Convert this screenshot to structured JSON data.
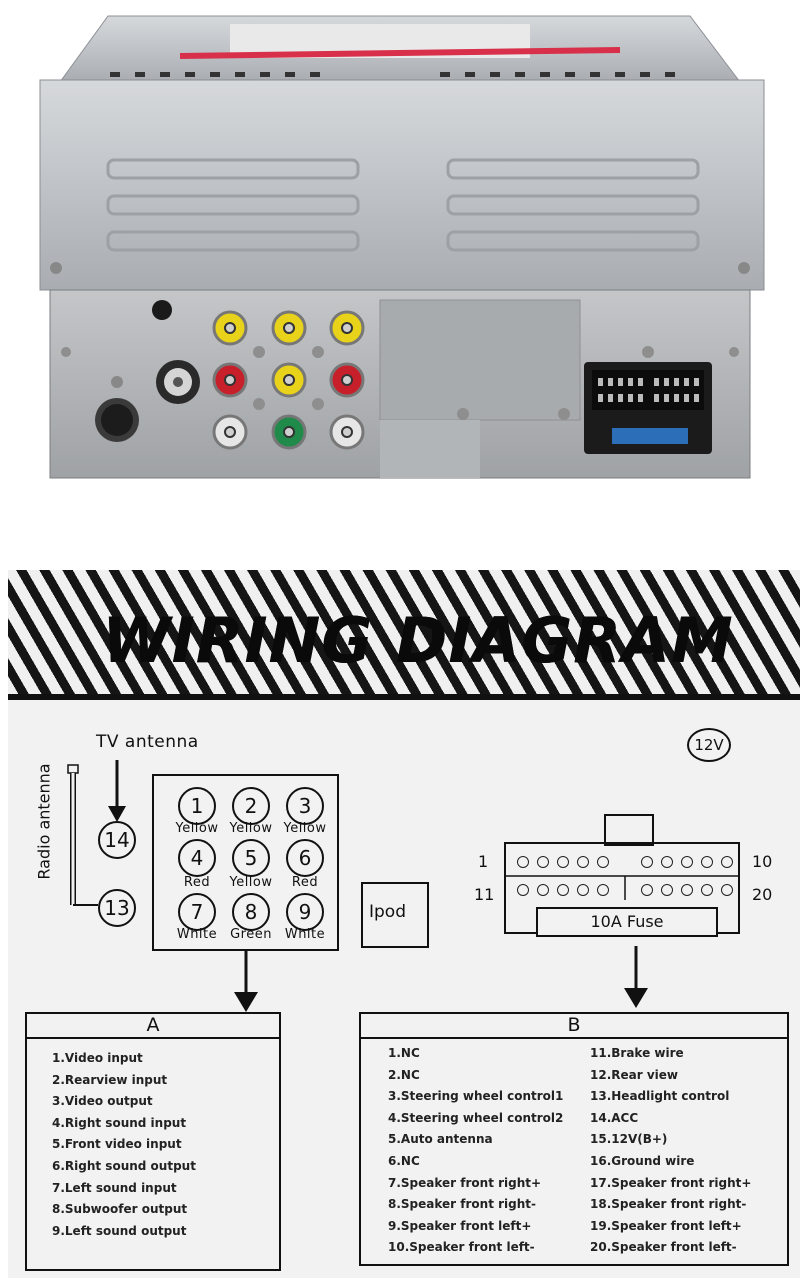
{
  "title": "WIRING DIAGRAM",
  "tv_antenna": "TV antenna",
  "radio_antenna": "Radio antenna",
  "antenna_pins": [
    "14",
    "13"
  ],
  "voltage": "12V",
  "ipod": "Ipod",
  "rca_jacks": [
    {
      "num": "1",
      "color": "Yellow"
    },
    {
      "num": "2",
      "color": "Yellow"
    },
    {
      "num": "3",
      "color": "Yellow"
    },
    {
      "num": "4",
      "color": "Red"
    },
    {
      "num": "5",
      "color": "Yellow"
    },
    {
      "num": "6",
      "color": "Red"
    },
    {
      "num": "7",
      "color": "White"
    },
    {
      "num": "8",
      "color": "Green"
    },
    {
      "num": "9",
      "color": "White"
    }
  ],
  "connector": {
    "label_top_left": "1",
    "label_top_right": "10",
    "label_bottom_left": "11",
    "label_bottom_right": "20",
    "fuse": "10A Fuse"
  },
  "table_a": {
    "header": "A",
    "items": [
      "1.Video input",
      "2.Rearview input",
      "3.Video output",
      "4.Right sound input",
      "5.Front video input",
      "6.Right sound output",
      "7.Left sound input",
      "8.Subwoofer output",
      "9.Left sound output"
    ]
  },
  "table_b": {
    "header": "B",
    "left_items": [
      "1.NC",
      "2.NC",
      "3.Steering wheel control1",
      "4.Steering wheel control2",
      "5.Auto antenna",
      "6.NC",
      "7.Speaker front right+",
      "8.Speaker front right-",
      "9.Speaker front left+",
      "10.Speaker front left-"
    ],
    "right_items": [
      "11.Brake wire",
      "12.Rear view",
      "13.Headlight control",
      "14.ACC",
      "15.12V(B+)",
      "16.Ground wire",
      "17.Speaker front right+",
      "18.Speaker front right-",
      "19.Speaker front left+",
      "20.Speaker front left-"
    ]
  },
  "colors": {
    "rca_yellow": "#e8d21a",
    "rca_red": "#c8202a",
    "rca_white": "#e6e6e6",
    "rca_green": "#1f8a4a",
    "housing": "#b9bcc0"
  }
}
